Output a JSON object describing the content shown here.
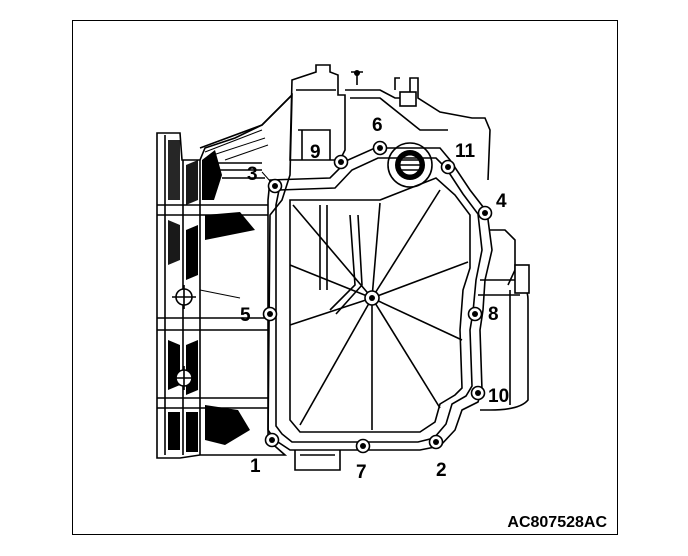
{
  "figure_id": "AC807528AC",
  "callouts": {
    "c1": "1",
    "c2": "2",
    "c3": "3",
    "c4": "4",
    "c5": "5",
    "c6": "6",
    "c7": "7",
    "c8": "8",
    "c9": "9",
    "c10": "10",
    "c11": "11"
  }
}
